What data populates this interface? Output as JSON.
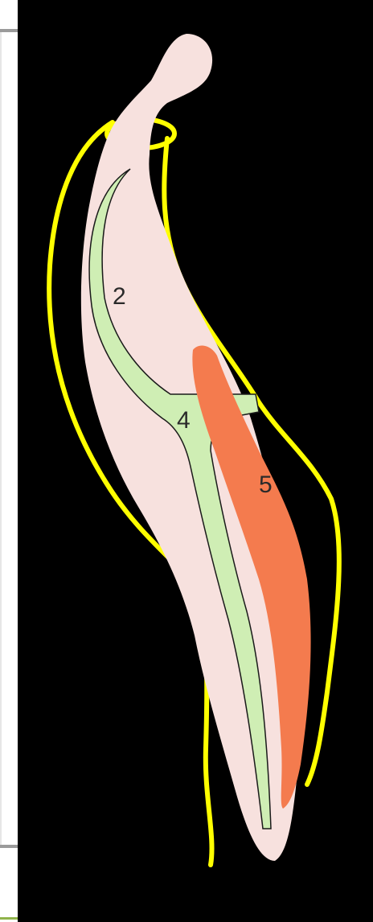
{
  "diagram": {
    "background_color": "#000000",
    "colors": {
      "outline": "#ffff00",
      "body": "#f7e1de",
      "green_structure": "#cfeeb4",
      "orange_structure": "#f47b4e",
      "label_text": "#2a2a2a"
    },
    "labels": {
      "label_2": "2",
      "label_4": "4",
      "label_5": "5"
    }
  }
}
